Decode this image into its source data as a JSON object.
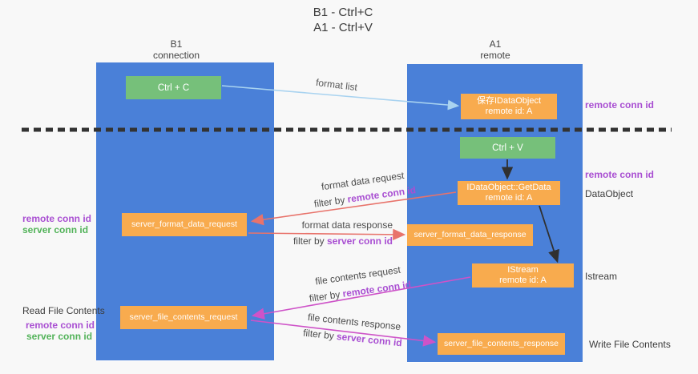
{
  "title": {
    "line1": "B1 - Ctrl+C",
    "line2": "A1 - Ctrl+V"
  },
  "columns": {
    "left": {
      "header_line1": "B1",
      "header_line2": "connection"
    },
    "right": {
      "header_line1": "A1",
      "header_line2": "remote"
    }
  },
  "boxes": {
    "ctrl_c": "Ctrl + C",
    "ctrl_v": "Ctrl + V",
    "save_dataobject": {
      "line1": "保存IDataObject",
      "line2": "remote id: A"
    },
    "getdata": {
      "line1": "IDataObject::GetData",
      "line2": "remote id: A"
    },
    "istream": {
      "line1": "IStream",
      "line2": "remote id: A"
    },
    "format_request": "server_format_data_request",
    "format_response": "server_format_data_response",
    "file_request": "server_file_contents_request",
    "file_response": "server_file_contents_response"
  },
  "arrow_labels": {
    "format_list": "format list",
    "format_data_request": "format data request",
    "format_data_response": "format data response",
    "file_contents_request": "file contents request",
    "file_contents_response": "file contents response",
    "filter_by": "filter by ",
    "remote_conn_id": "remote conn id",
    "server_conn_id": "server conn id"
  },
  "side_labels": {
    "remote_conn_id_top": "remote conn id",
    "remote_conn_id_mid": "remote conn id",
    "dataobject": "DataObject",
    "istream": "Istream",
    "write_file_contents": "Write File Contents",
    "read_file_contents": "Read File Contents",
    "left_remote_conn_id_1": "remote conn id",
    "left_server_conn_id_1": "server conn id",
    "left_remote_conn_id_2": "remote conn id",
    "left_server_conn_id_2": "server conn id"
  },
  "colors": {
    "column_blue": "#4a80d8",
    "box_orange": "#f8ab4e",
    "box_green": "#76c07a",
    "arrow_light_blue": "#a9d3f0",
    "arrow_red": "#e8736b",
    "arrow_magenta": "#ce53c8",
    "arrow_black": "#303030",
    "text_purple": "#a94fd2",
    "text_green": "#53b35a",
    "background": "#f8f8f8"
  }
}
